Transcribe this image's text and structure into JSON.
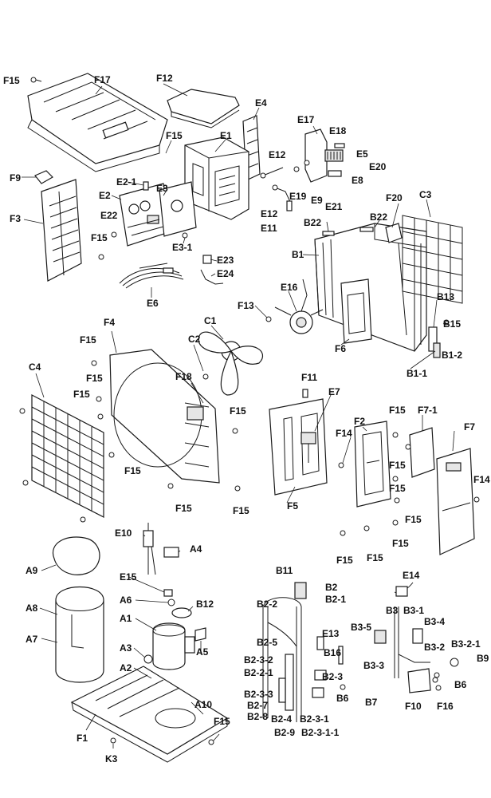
{
  "labels": {
    "F15": "F15",
    "F17": "F17",
    "F12": "F12",
    "E4": "E4",
    "E1": "E1",
    "E17": "E17",
    "E18": "E18",
    "E5": "E5",
    "E20": "E20",
    "E8": "E8",
    "E12": "E12",
    "E19": "E19",
    "E9": "E9",
    "E21": "E21",
    "E11": "E11",
    "F9": "F9",
    "F3": "F3",
    "E2_1": "E2-1",
    "E2": "E2",
    "E3": "E3",
    "E22": "E22",
    "E3_1": "E3-1",
    "E23": "E23",
    "E24": "E24",
    "E6": "E6",
    "F20": "F20",
    "C3": "C3",
    "B22": "B22",
    "B1": "B1",
    "E16": "E16",
    "F13": "F13",
    "C1": "C1",
    "B13": "B13",
    "B15": "B15",
    "F6": "F6",
    "B1_2": "B1-2",
    "B1_1": "B1-1",
    "F4": "F4",
    "C2": "C2",
    "C4": "C4",
    "F18": "F18",
    "F11": "F11",
    "E7": "E7",
    "F14": "F14",
    "F2": "F2",
    "F7_1": "F7-1",
    "F7": "F7",
    "F5": "F5",
    "E10": "E10",
    "A4": "A4",
    "A9": "A9",
    "E15": "E15",
    "A6": "A6",
    "B12": "B12",
    "A8": "A8",
    "A1": "A1",
    "A7": "A7",
    "A3": "A3",
    "A5": "A5",
    "A2": "A2",
    "A10": "A10",
    "F1": "F1",
    "K3": "K3",
    "B11": "B11",
    "B2": "B2",
    "B2_1": "B2-1",
    "B2_2": "B2-2",
    "E14": "E14",
    "B3": "B3",
    "B3_1": "B3-1",
    "B3_4": "B3-4",
    "B3_5": "B3-5",
    "E13": "E13",
    "B2_5": "B2-5",
    "B2_3_2": "B2-3-2",
    "B2_2_1": "B2-2-1",
    "B16": "B16",
    "B3_2": "B3-2",
    "B3_2_1": "B3-2-1",
    "B9": "B9",
    "B3_3": "B3-3",
    "B2_3": "B2-3",
    "B6": "B6",
    "B2_3_3": "B2-3-3",
    "B2_7": "B2-7",
    "B2_8": "B2-8",
    "B2_4": "B2-4",
    "B2_9": "B2-9",
    "B2_3_1": "B2-3-1",
    "B2_3_1_1": "B2-3-1-1",
    "B7": "B7",
    "F10": "F10",
    "F16": "F16"
  }
}
